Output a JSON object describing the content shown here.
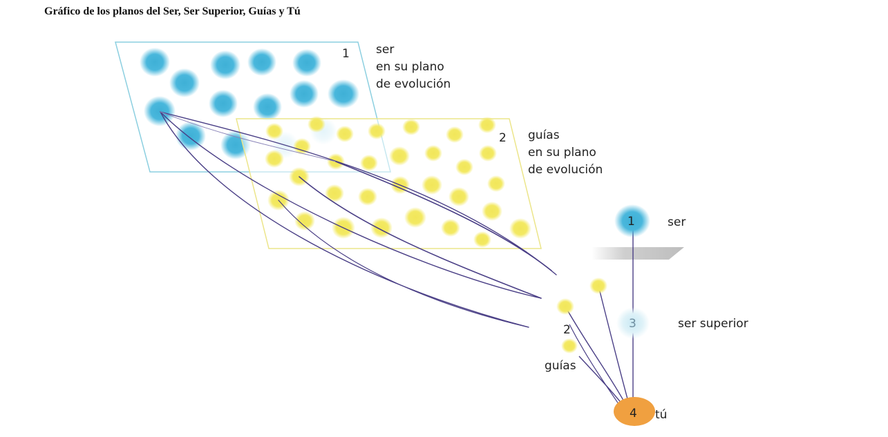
{
  "title": "Gráfico de los planos del Ser, Ser Superior, Guías y Tú",
  "planes": {
    "ser": {
      "number": "1",
      "lines": [
        "ser",
        "en su plano",
        "de evolución"
      ]
    },
    "guias": {
      "number": "2",
      "lines": [
        "guías",
        "en su plano",
        "de evolución"
      ]
    }
  },
  "hierarchy": {
    "ser": {
      "number": "1",
      "label": "ser"
    },
    "ser_superior": {
      "number": "3",
      "label": "ser superior"
    },
    "guias": {
      "number": "2",
      "label": "guías"
    },
    "tu": {
      "number": "4",
      "label": "tú"
    }
  },
  "colors": {
    "ser_blue": "#3fb0d6",
    "guia_yellow": "#f1e65a",
    "tu_orange": "#f0a040",
    "connector": "#4a3f86",
    "plane1_border": "#8ccfe0",
    "plane2_border": "#ece58a"
  }
}
